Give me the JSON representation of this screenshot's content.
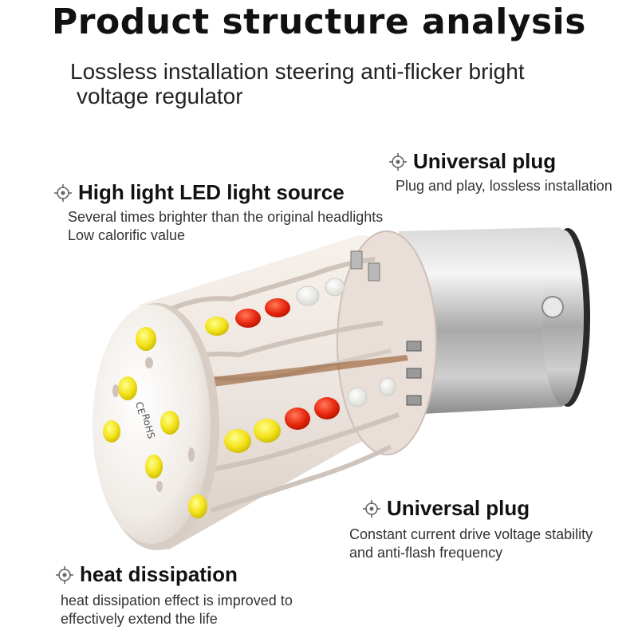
{
  "header": {
    "title": "Product structure analysis",
    "subtitle_line1": "Lossless installation steering anti-flicker bright",
    "subtitle_line2": "voltage regulator"
  },
  "features": {
    "led": {
      "icon": "target-icon",
      "title": "High light LED light source",
      "line1": "Several times brighter than the original headlights",
      "line2": "Low calorific value"
    },
    "plug_top": {
      "icon": "target-icon",
      "title": "Universal plug",
      "line1": "Plug and play, lossless installation"
    },
    "plug_bottom": {
      "icon": "target-icon",
      "title": "Universal plug",
      "line1": "Constant current drive voltage stability",
      "line2": "and anti-flash frequency"
    },
    "heat": {
      "icon": "target-icon",
      "title": "heat dissipation",
      "line1": "heat dissipation effect is improved to",
      "line2": "effectively extend the life"
    }
  },
  "product": {
    "marking_ce": "CE",
    "marking_rohs": "RoHS",
    "led_colors": {
      "amber": "#f4e21a",
      "red": "#e8280f",
      "white": "#f4f4ee"
    }
  }
}
